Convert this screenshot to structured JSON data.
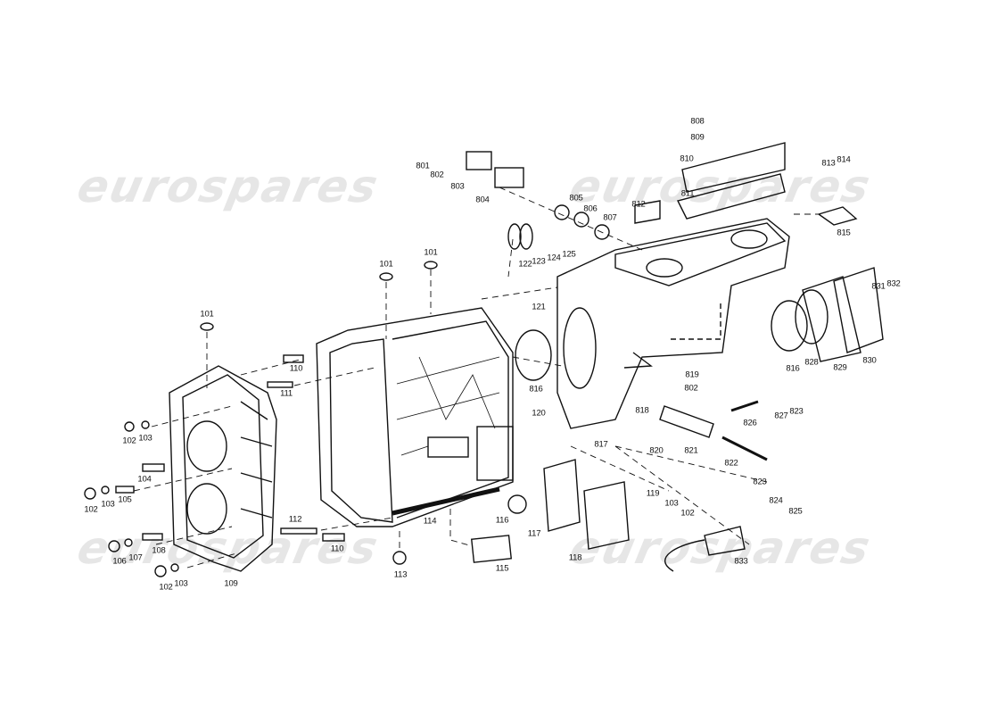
{
  "watermark": "eurospares",
  "colors": {
    "ink": "#111111",
    "watermark": "#d0d0d0",
    "background": "#ffffff"
  },
  "labels": [
    "101",
    "101",
    "101",
    "102",
    "103",
    "104",
    "105",
    "102",
    "103",
    "106",
    "107",
    "108",
    "102",
    "103",
    "109",
    "110",
    "111",
    "112",
    "110",
    "113",
    "114",
    "115",
    "116",
    "117",
    "118",
    "119",
    "103",
    "102",
    "120",
    "121",
    "816",
    "817",
    "818",
    "819",
    "802",
    "820",
    "821",
    "822",
    "823",
    "824",
    "825",
    "826",
    "827",
    "823",
    "816",
    "828",
    "829",
    "830",
    "831",
    "832",
    "833",
    "801",
    "802",
    "803",
    "804",
    "805",
    "806",
    "807",
    "812",
    "810",
    "811",
    "808",
    "809",
    "813",
    "814",
    "815",
    "122",
    "123",
    "124",
    "125"
  ]
}
